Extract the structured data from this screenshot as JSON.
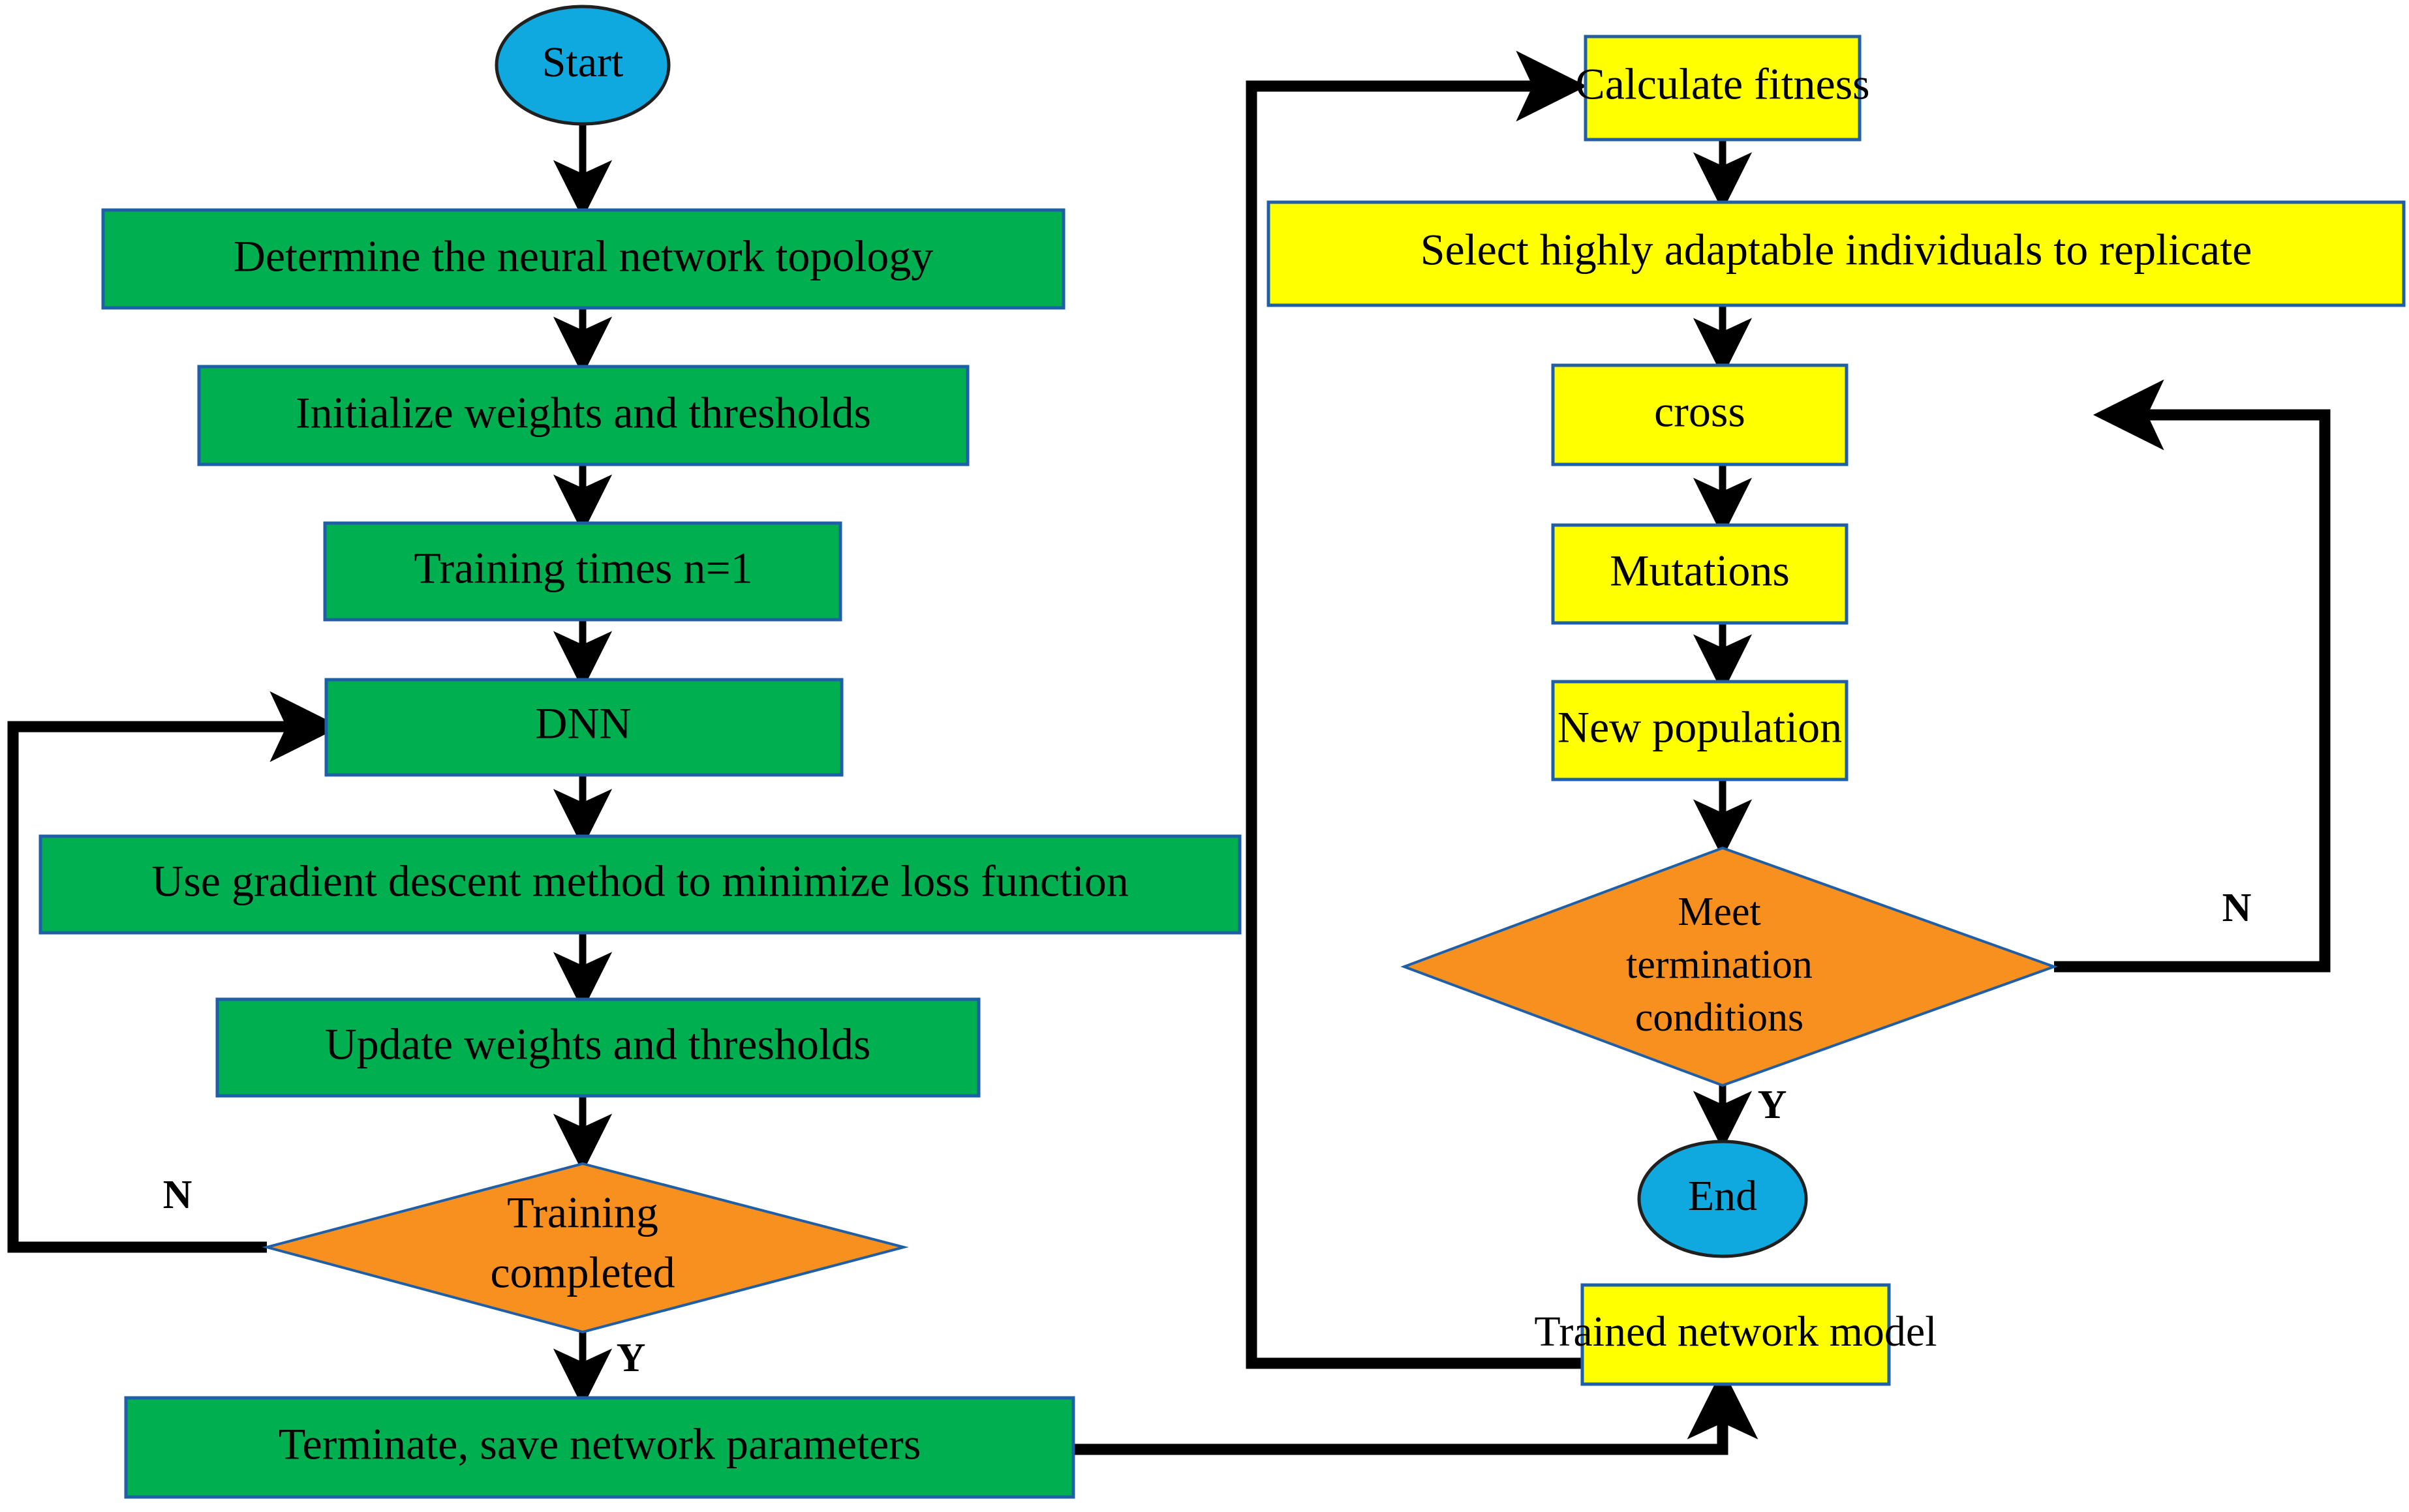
{
  "diagram": {
    "title": "DNN training with genetic algorithm optimization flowchart",
    "colors": {
      "terminator_fill": "#0fa9e0",
      "process_green_fill": "#00b050",
      "process_yellow_fill": "#ffff00",
      "decision_fill": "#f7901e",
      "shape_border": "#1f5fa8",
      "ellipse_border": "#202020",
      "connector": "#000000",
      "text": "#000000",
      "background": "#ffffff"
    },
    "left_column": {
      "start": {
        "label": "Start",
        "shape": "ellipse",
        "fill": "terminator_fill"
      },
      "n1": {
        "label": "Determine the neural network topology",
        "shape": "rect",
        "fill": "process_green_fill"
      },
      "n2": {
        "label": "Initialize weights and thresholds",
        "shape": "rect",
        "fill": "process_green_fill"
      },
      "n3": {
        "label": "Training times  n=1",
        "shape": "rect",
        "fill": "process_green_fill"
      },
      "n4": {
        "label": "DNN",
        "shape": "rect",
        "fill": "process_green_fill"
      },
      "n5": {
        "label": "Use gradient descent method to minimize loss function",
        "shape": "rect",
        "fill": "process_green_fill"
      },
      "n6": {
        "label": "Update weights and thresholds",
        "shape": "rect",
        "fill": "process_green_fill"
      },
      "d1": {
        "label_line1": "Training",
        "label_line2": "completed",
        "shape": "diamond",
        "fill": "decision_fill"
      },
      "n7": {
        "label": "Terminate, save network parameters",
        "shape": "rect",
        "fill": "process_green_fill"
      }
    },
    "right_column": {
      "r1": {
        "label": "Calculate fitness",
        "shape": "rect",
        "fill": "process_yellow_fill"
      },
      "r2": {
        "label": "Select highly adaptable individuals to replicate",
        "shape": "rect",
        "fill": "process_yellow_fill"
      },
      "r3": {
        "label": "cross",
        "shape": "rect",
        "fill": "process_yellow_fill"
      },
      "r4": {
        "label": "Mutations",
        "shape": "rect",
        "fill": "process_yellow_fill"
      },
      "r5": {
        "label": "New population",
        "shape": "rect",
        "fill": "process_yellow_fill"
      },
      "d2": {
        "label_line1": "Meet",
        "label_line2": "termination",
        "label_line3": "conditions",
        "shape": "diamond",
        "fill": "decision_fill"
      },
      "end": {
        "label": "End",
        "shape": "ellipse",
        "fill": "terminator_fill"
      },
      "r6": {
        "label": "Trained network model",
        "shape": "rect",
        "fill": "process_yellow_fill"
      }
    },
    "edge_labels": {
      "training_no": "N",
      "training_yes": "Y",
      "termination_no": "N",
      "termination_yes": "Y"
    }
  }
}
